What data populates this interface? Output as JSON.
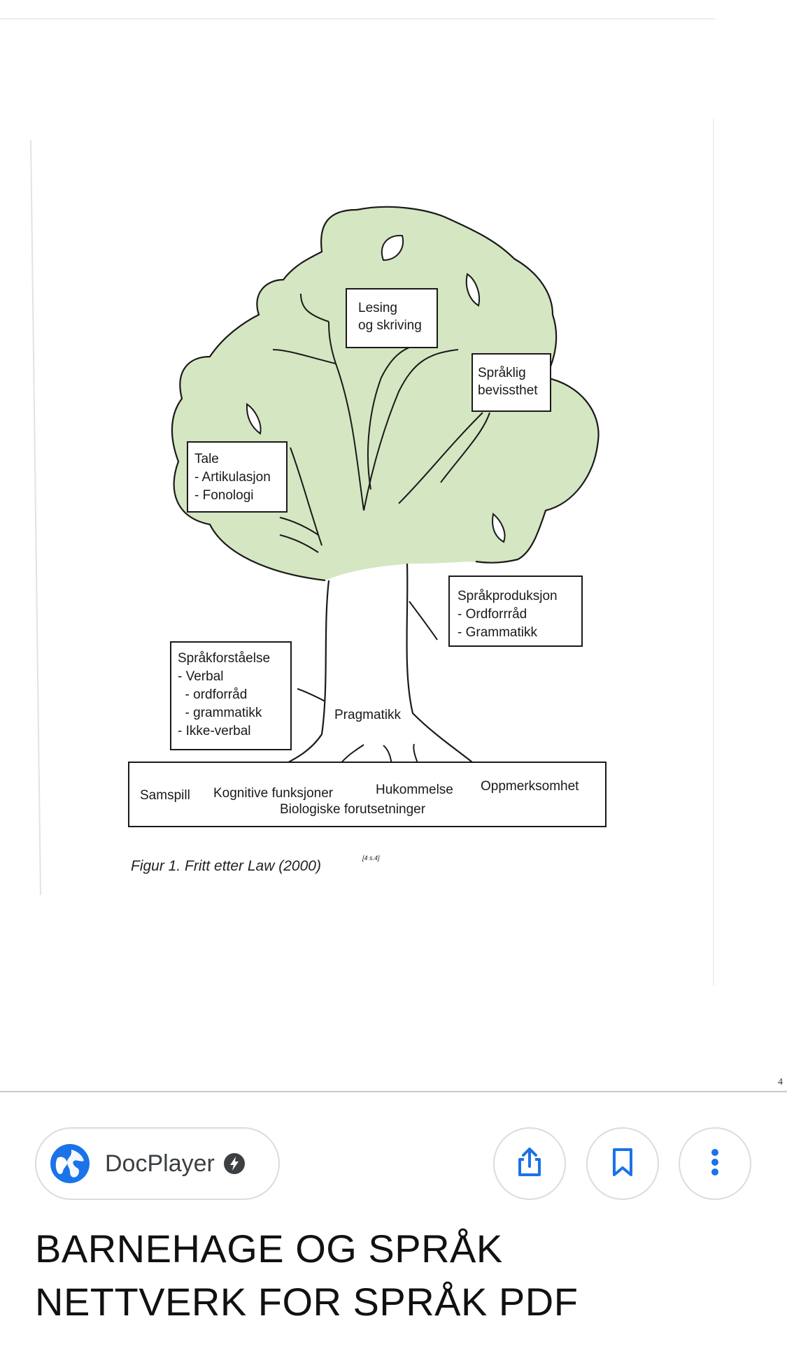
{
  "diagram": {
    "boxes": {
      "lesing": [
        "Lesing",
        "og skriving"
      ],
      "spraklig": [
        "Språklig",
        "bevissthet"
      ],
      "tale": [
        "Tale",
        "- Artikulasjon",
        "- Fonologi"
      ],
      "produksjon": [
        "Språkproduksjon",
        "- Ordforrråd",
        "- Grammatikk"
      ],
      "forstaelse": [
        "Språkforståelse",
        "- Verbal",
        "  - ordforråd",
        "  - grammatikk",
        "- Ikke-verbal"
      ]
    },
    "pragmatikk": "Pragmatikk",
    "base_row": [
      "Samspill",
      "Kognitive funksjoner",
      "Hukommelse",
      "Oppmerksomhet"
    ],
    "base_bottom": "Biologiske forutsetninger",
    "caption": "Figur 1. Fritt etter Law (2000)",
    "caption_ref": "[4 s.4]",
    "page_number": "4",
    "colors": {
      "crown": "#d5e6c2",
      "outline": "#1a1a1a"
    }
  },
  "result": {
    "source_name": "DocPlayer",
    "source_icon": "globe-icon",
    "amp_icon": "amp-lightning-icon",
    "actions": [
      "share-icon",
      "bookmark-icon",
      "more-vert-icon"
    ],
    "title_line1": "BARNEHAGE OG SPRÅK",
    "title_line2": "NETTVERK FOR SPRÅK PDF",
    "accent": "#1a73e8"
  }
}
